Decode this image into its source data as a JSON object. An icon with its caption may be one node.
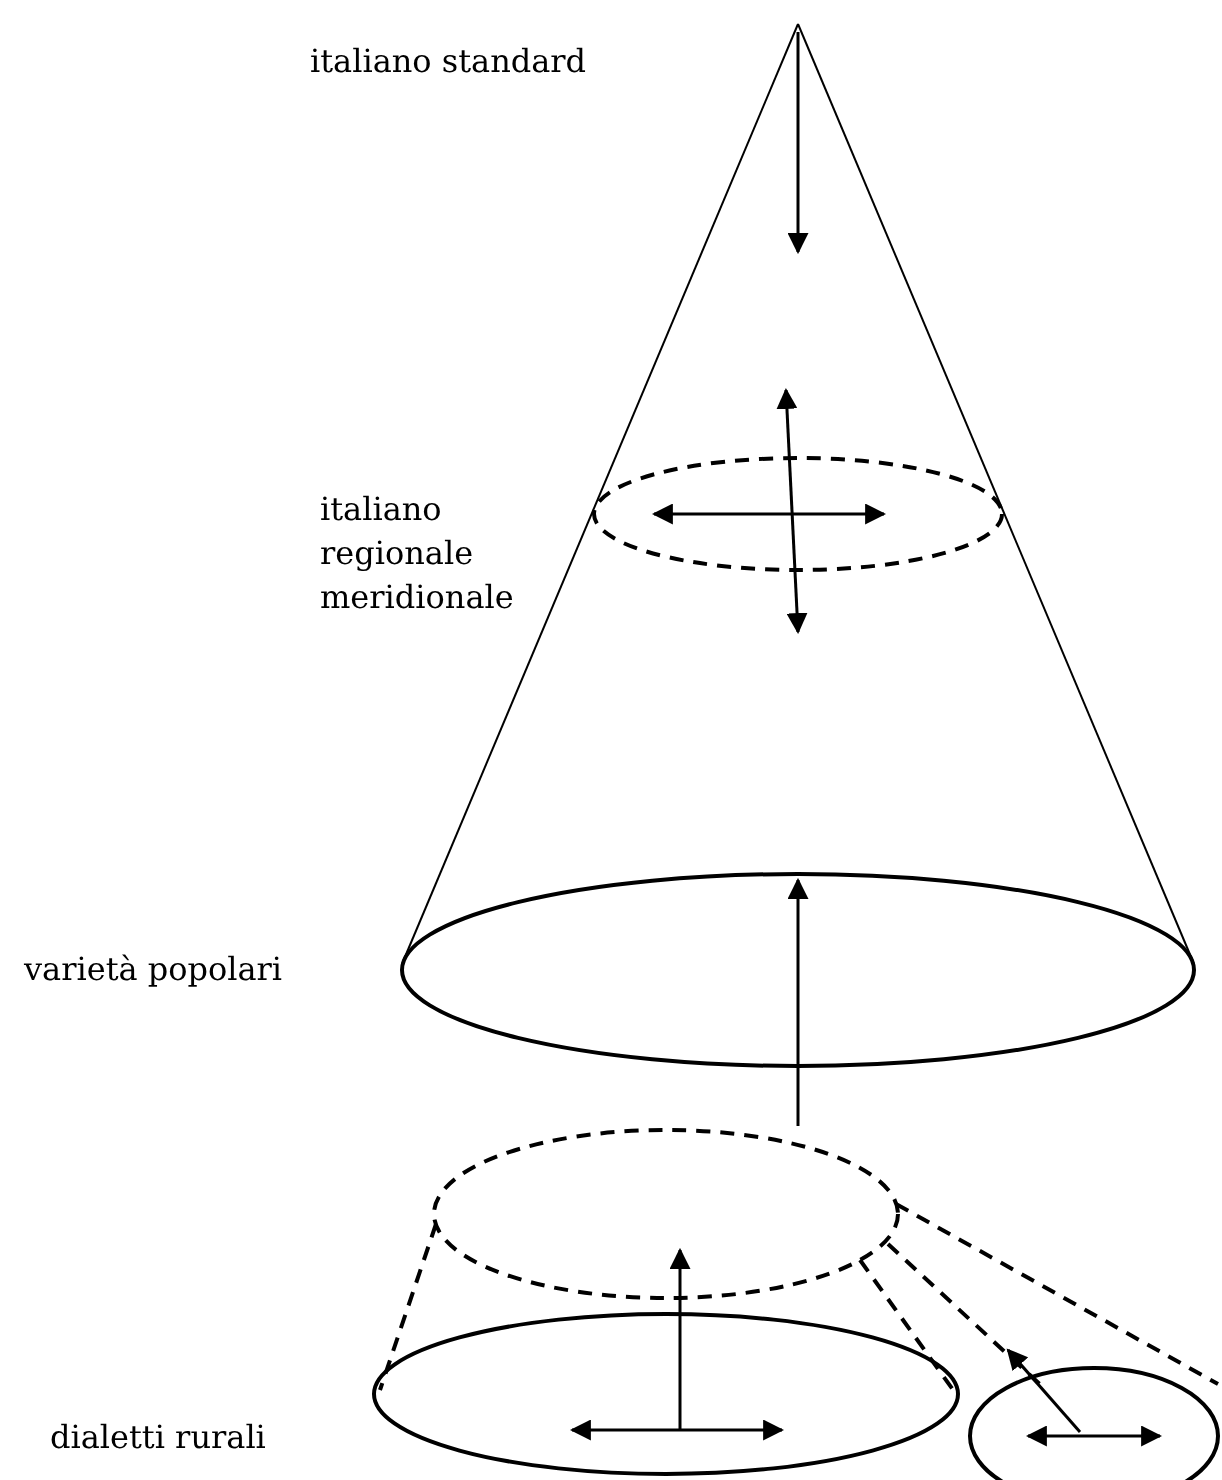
{
  "diagram": {
    "labels": [
      "italiano standard",
      "italiano regionale meridionale",
      "varietà popolari",
      "dialetti rurali"
    ]
  }
}
